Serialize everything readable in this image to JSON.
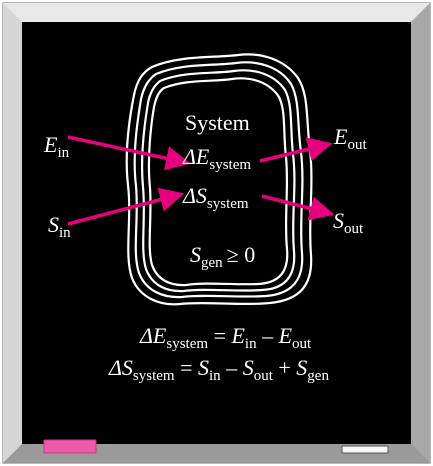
{
  "diagram": {
    "box_label": "System",
    "inputs": [
      {
        "symbol": "E",
        "subscript": "in"
      },
      {
        "symbol": "S",
        "subscript": "in"
      }
    ],
    "outputs": [
      {
        "symbol": "E",
        "subscript": "out"
      },
      {
        "symbol": "S",
        "subscript": "out"
      }
    ],
    "center": {
      "delta_e": {
        "prefix": "ΔE",
        "subscript": "system"
      },
      "delta_s": {
        "prefix": "ΔS",
        "subscript": "system"
      }
    },
    "generation": {
      "symbol": "S",
      "subscript": "gen",
      "relation": "≥ 0"
    },
    "equations": {
      "energy": {
        "lhs": "ΔE",
        "lhs_sub": "system",
        "eq": " = ",
        "t1": "E",
        "t1_sub": "in",
        "op1": " – ",
        "t2": "E",
        "t2_sub": "out"
      },
      "entropy": {
        "lhs": "ΔS",
        "lhs_sub": "system",
        "eq": " = ",
        "t1": "S",
        "t1_sub": "in",
        "op1": " – ",
        "t2": "S",
        "t2_sub": "out",
        "op2": " + ",
        "t3": "S",
        "t3_sub": "gen"
      }
    },
    "colors": {
      "board": "#000000",
      "frame_light": "#e2e2e2",
      "frame_dark": "#8d8d8d",
      "chalk": "#ffffff",
      "arrow": "#e6007e",
      "eraser": "#ee5aa8"
    }
  }
}
